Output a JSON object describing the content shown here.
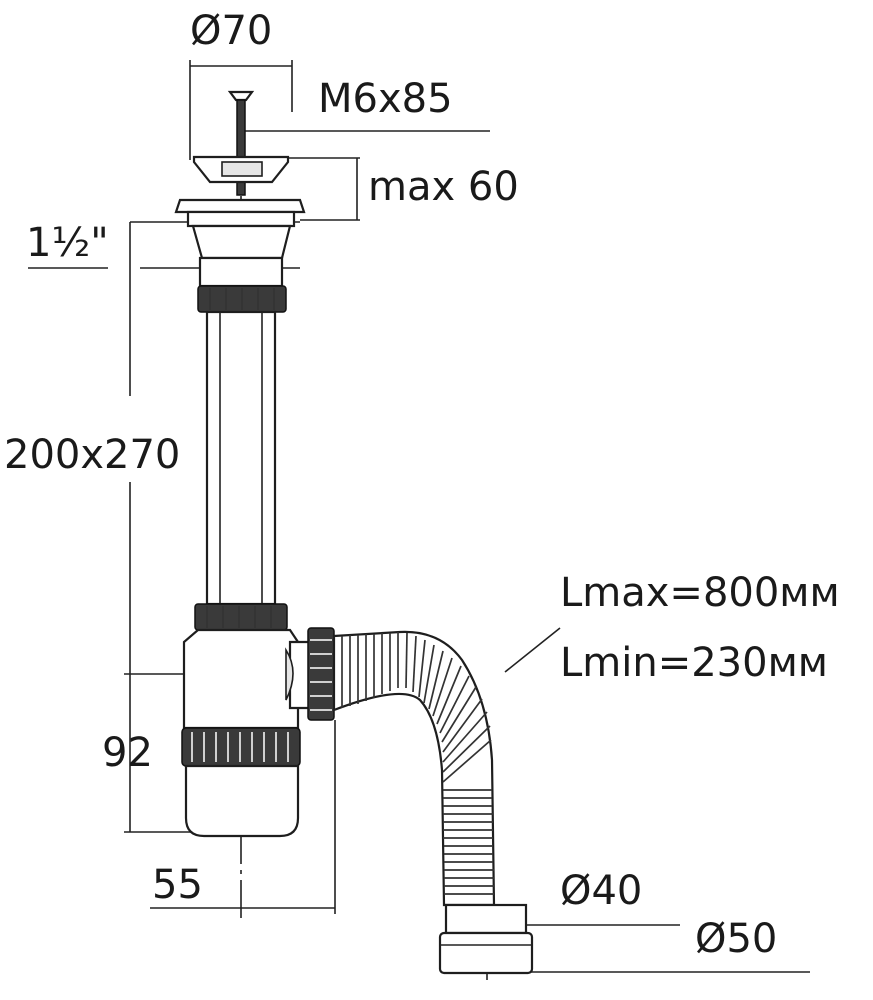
{
  "labels": {
    "diameter_top": "Ø70",
    "screw": "M6x85",
    "max_thickness": "max 60",
    "thread": "1½\"",
    "pipe_length": "200x270",
    "hose_length_max": "Lmax=800мм",
    "hose_length_min": "Lmin=230мм",
    "trap_height": "92",
    "trap_offset": "55",
    "outlet_inner": "Ø40",
    "outlet_outer": "Ø50"
  },
  "colors": {
    "line": "#1e1e1e",
    "text": "#1a1a1a",
    "shade": "#e6e6e6",
    "nut": "#3a3a3a"
  }
}
